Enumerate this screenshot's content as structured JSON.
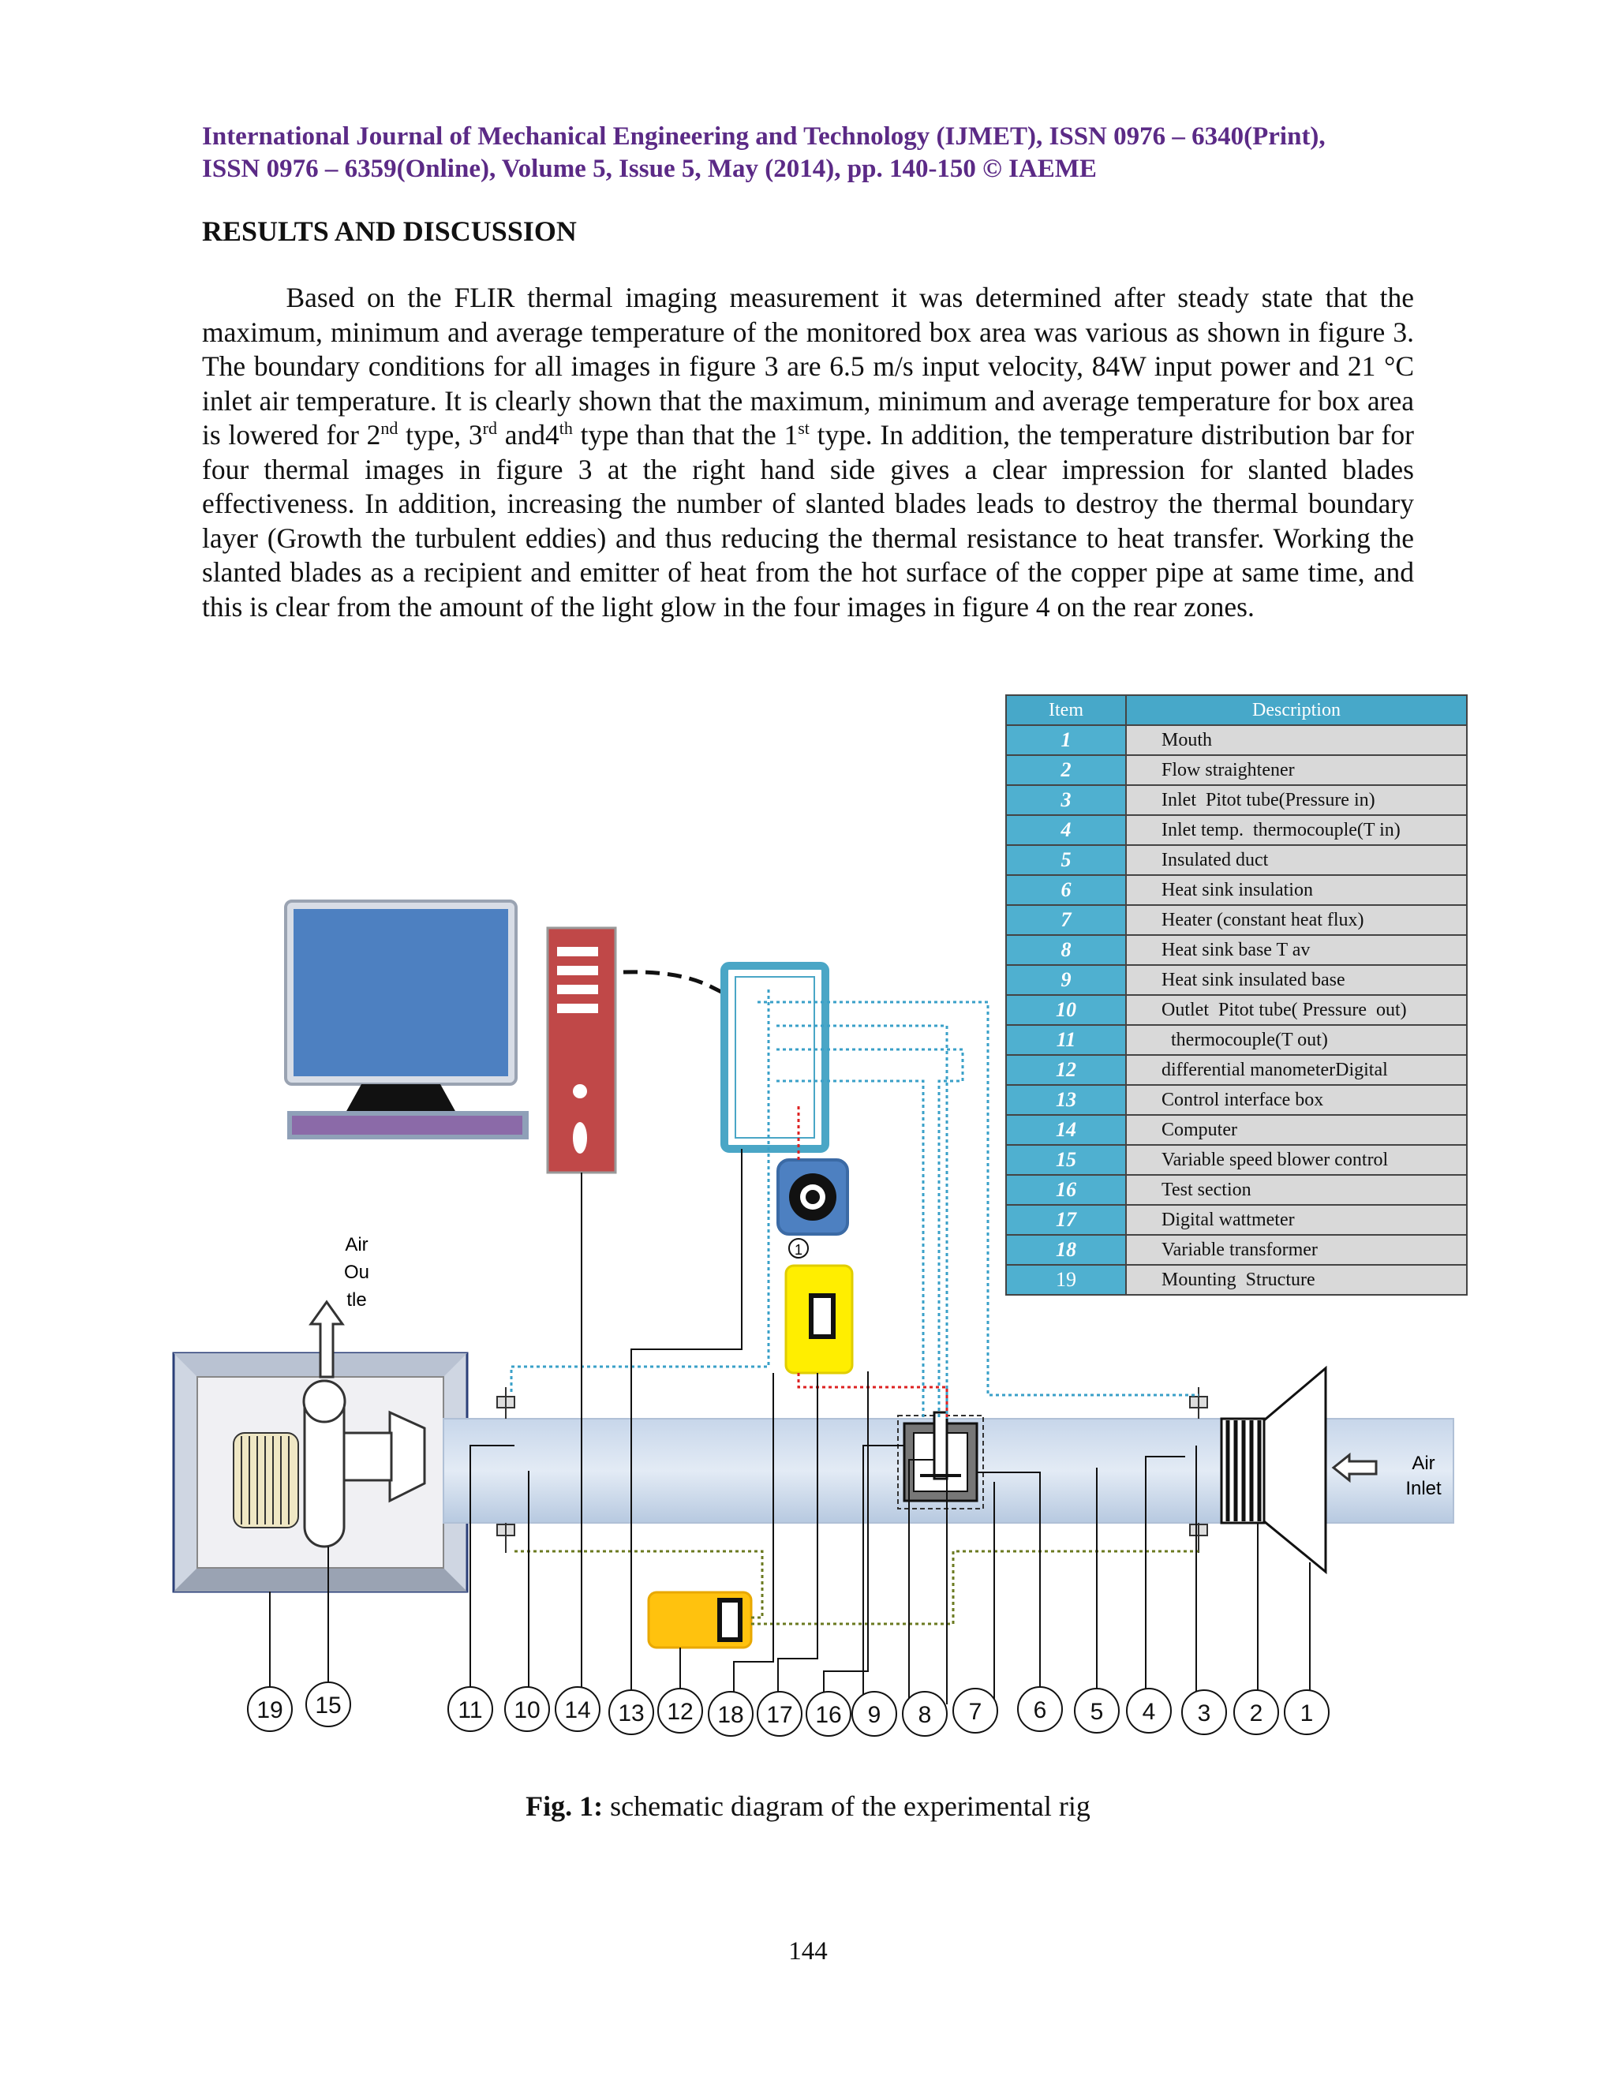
{
  "header": {
    "line1": "International Journal of Mechanical Engineering and Technology (IJMET), ISSN 0976 – 6340(Print),",
    "line2": "ISSN 0976 – 6359(Online), Volume 5, Issue 5, May (2014), pp. 140-150 © IAEME"
  },
  "section_title": "RESULTS AND DISCUSSION",
  "paragraph": {
    "part1": "Based on the FLIR thermal imaging measurement it was determined after steady state that the maximum, minimum and average temperature of the monitored box area was various as shown in figure 3. The boundary conditions for all images in figure 3 are 6.5 m/s input velocity, 84W input power and 21 °C inlet air temperature. It is clearly shown that the maximum, minimum and average temperature for box area is lowered for 2",
    "sup1": "nd",
    "part2": " type, 3",
    "sup2": "rd",
    "part3": " and4",
    "sup3": "th",
    "part4": " type than that the 1",
    "sup4": "st",
    "part5": " type. In addition, the temperature distribution bar for four thermal images in figure 3 at the right hand side gives a clear impression for slanted blades effectiveness. In addition, increasing the number of slanted blades leads to destroy the thermal boundary layer (Growth the turbulent eddies) and thus reducing the thermal resistance to heat transfer. Working the slanted blades as a recipient and emitter of heat from the hot surface of the copper pipe at same time, and this is clear from the amount of the light glow in the four images in figure 4 on the rear zones."
  },
  "legend_table": {
    "headers": [
      "Item",
      "Description"
    ],
    "rows": [
      {
        "item": "1",
        "desc": "Mouth"
      },
      {
        "item": "2",
        "desc": "Flow straightener"
      },
      {
        "item": "3",
        "desc": "Inlet  Pitot tube(Pressure in)"
      },
      {
        "item": "4",
        "desc": "Inlet temp.  thermocouple(T in)"
      },
      {
        "item": "5",
        "desc": "Insulated duct"
      },
      {
        "item": "6",
        "desc": "Heat sink insulation"
      },
      {
        "item": "7",
        "desc": "Heater (constant heat flux)"
      },
      {
        "item": "8",
        "desc": "Heat sink base T av"
      },
      {
        "item": "9",
        "desc": "Heat sink insulated base"
      },
      {
        "item": "10",
        "desc": "Outlet  Pitot tube( Pressure  out)"
      },
      {
        "item": "11",
        "desc": "  thermocouple(T out)"
      },
      {
        "item": "12",
        "desc": "differential manometerDigital"
      },
      {
        "item": "13",
        "desc": "Control interface box"
      },
      {
        "item": "14",
        "desc": "Computer"
      },
      {
        "item": "15",
        "desc": "Variable speed blower control"
      },
      {
        "item": "16",
        "desc": "Test section"
      },
      {
        "item": "17",
        "desc": "Digital wattmeter"
      },
      {
        "item": "18",
        "desc": "Variable transformer"
      },
      {
        "item": "19",
        "desc": "Mounting  Structure"
      }
    ]
  },
  "diagram": {
    "air_outlet_label": [
      "Air",
      "Ou",
      "tle"
    ],
    "air_inlet_label": [
      "Air",
      "Inlet"
    ],
    "small_circle_label": "1",
    "callouts": [
      "19",
      "15",
      "11",
      "10",
      "14",
      "13",
      "12",
      "18",
      "17",
      "16",
      "9",
      "8",
      "7",
      "6",
      "5",
      "4",
      "3",
      "2",
      "1"
    ]
  },
  "caption": {
    "bold": "Fig. 1:",
    "text": " schematic diagram of the experimental rig"
  },
  "page_number": "144"
}
